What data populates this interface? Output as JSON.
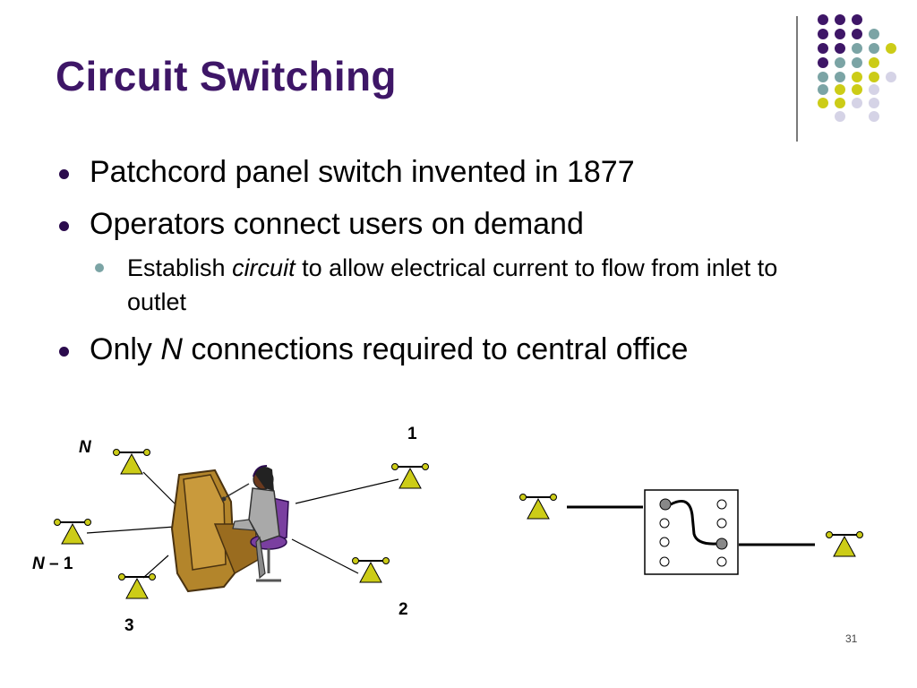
{
  "slide": {
    "title": "Circuit Switching",
    "page_number": "31"
  },
  "bullets": {
    "b1": "Patchcord panel switch invented in 1877",
    "b2": "Operators connect users on demand",
    "b2_sub_pre": "Establish ",
    "b2_sub_em": "circuit",
    "b2_sub_post": " to allow electrical current to flow from inlet to outlet",
    "b3_pre": "Only ",
    "b3_em": "N",
    "b3_post": " connections required to central office"
  },
  "figure": {
    "label_n": "N",
    "label_n_minus_1_var": "N",
    "label_n_minus_1_rest": " – 1",
    "label_1": "1",
    "label_2": "2",
    "label_3": "3"
  },
  "colors": {
    "title": "#3e1667",
    "dot_purple": "#3e1667",
    "dot_teal": "#7ba4a5",
    "dot_yellow": "#cccc17",
    "dot_lavender": "#d5d3e6",
    "phone_yellow": "#cccc17"
  },
  "icons": [
    "telephone-icon",
    "operator-switchboard-icon",
    "patch-panel-icon"
  ]
}
